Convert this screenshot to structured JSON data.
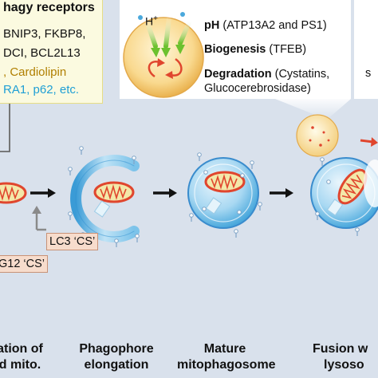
{
  "receptors": {
    "title": "hagy receptors",
    "lines": [
      {
        "text": "BNIP3, FKBP8,",
        "style": "normal"
      },
      {
        "text": "DCI, BCL2L13",
        "style": "normal"
      },
      {
        "text": ", Cardiolipin",
        "style": "cardio"
      },
      {
        "text": "RA1, p62, etc.",
        "style": "blue"
      }
    ]
  },
  "lysosome": {
    "proton_label": "H",
    "proton_sup": "+",
    "ph": {
      "title": "pH",
      "detail": " (ATP13A2 and PS1)"
    },
    "biogenesis": {
      "title": "Biogenesis",
      "detail": " (TFEB)"
    },
    "degradation": {
      "title": "Degradation",
      "detail": " (Cystatins,",
      "detail2": "Glucocerebrosidase)"
    },
    "right_fragment": "s"
  },
  "cs_labels": {
    "lc3": "LC3 ‘CS’",
    "atg12": "G12 ‘CS’"
  },
  "stages": [
    {
      "line1": "ation of",
      "line2": "d mito."
    },
    {
      "line1": "Phagophore",
      "line2": "elongation"
    },
    {
      "line1": "Mature",
      "line2": "mitophagosome"
    },
    {
      "line1": "Fusion w",
      "line2": "lysoso"
    }
  ],
  "colors": {
    "background": "#d9e1ec",
    "receptor_box": "#fbfae0",
    "cardiolipin_text": "#b07f00",
    "blue_text": "#1f9fd5",
    "lysosome_fill": "#f7cf85",
    "mito_red": "#e0462e",
    "autophagosome_blue": "#7fc3ea"
  }
}
